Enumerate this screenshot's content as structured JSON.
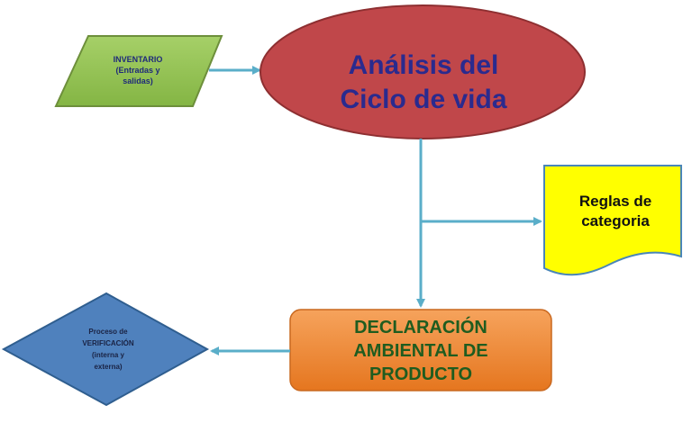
{
  "nodes": {
    "inventario": {
      "line1": "INVENTARIO",
      "line2": "(Entradas y",
      "line3": "salidas)",
      "fill": "#8fbf4f"
    },
    "analisis": {
      "line1": "Análisis del",
      "line2": "Ciclo de vida",
      "fill": "#c0474a"
    },
    "reglas": {
      "line1": "Reglas de",
      "line2": "categoria",
      "fill": "#ffff00"
    },
    "declaracion": {
      "line1": "DECLARACIÓN",
      "line2": "AMBIENTAL DE",
      "line3": "PRODUCTO",
      "fill": "#ed7d31"
    },
    "verificacion": {
      "line1": "Proceso de",
      "line2": "VERIFICACIÓN",
      "line3": "(interna y",
      "line4": "externa)",
      "fill": "#4f81bd"
    }
  },
  "connector_color": "#5aaec9"
}
